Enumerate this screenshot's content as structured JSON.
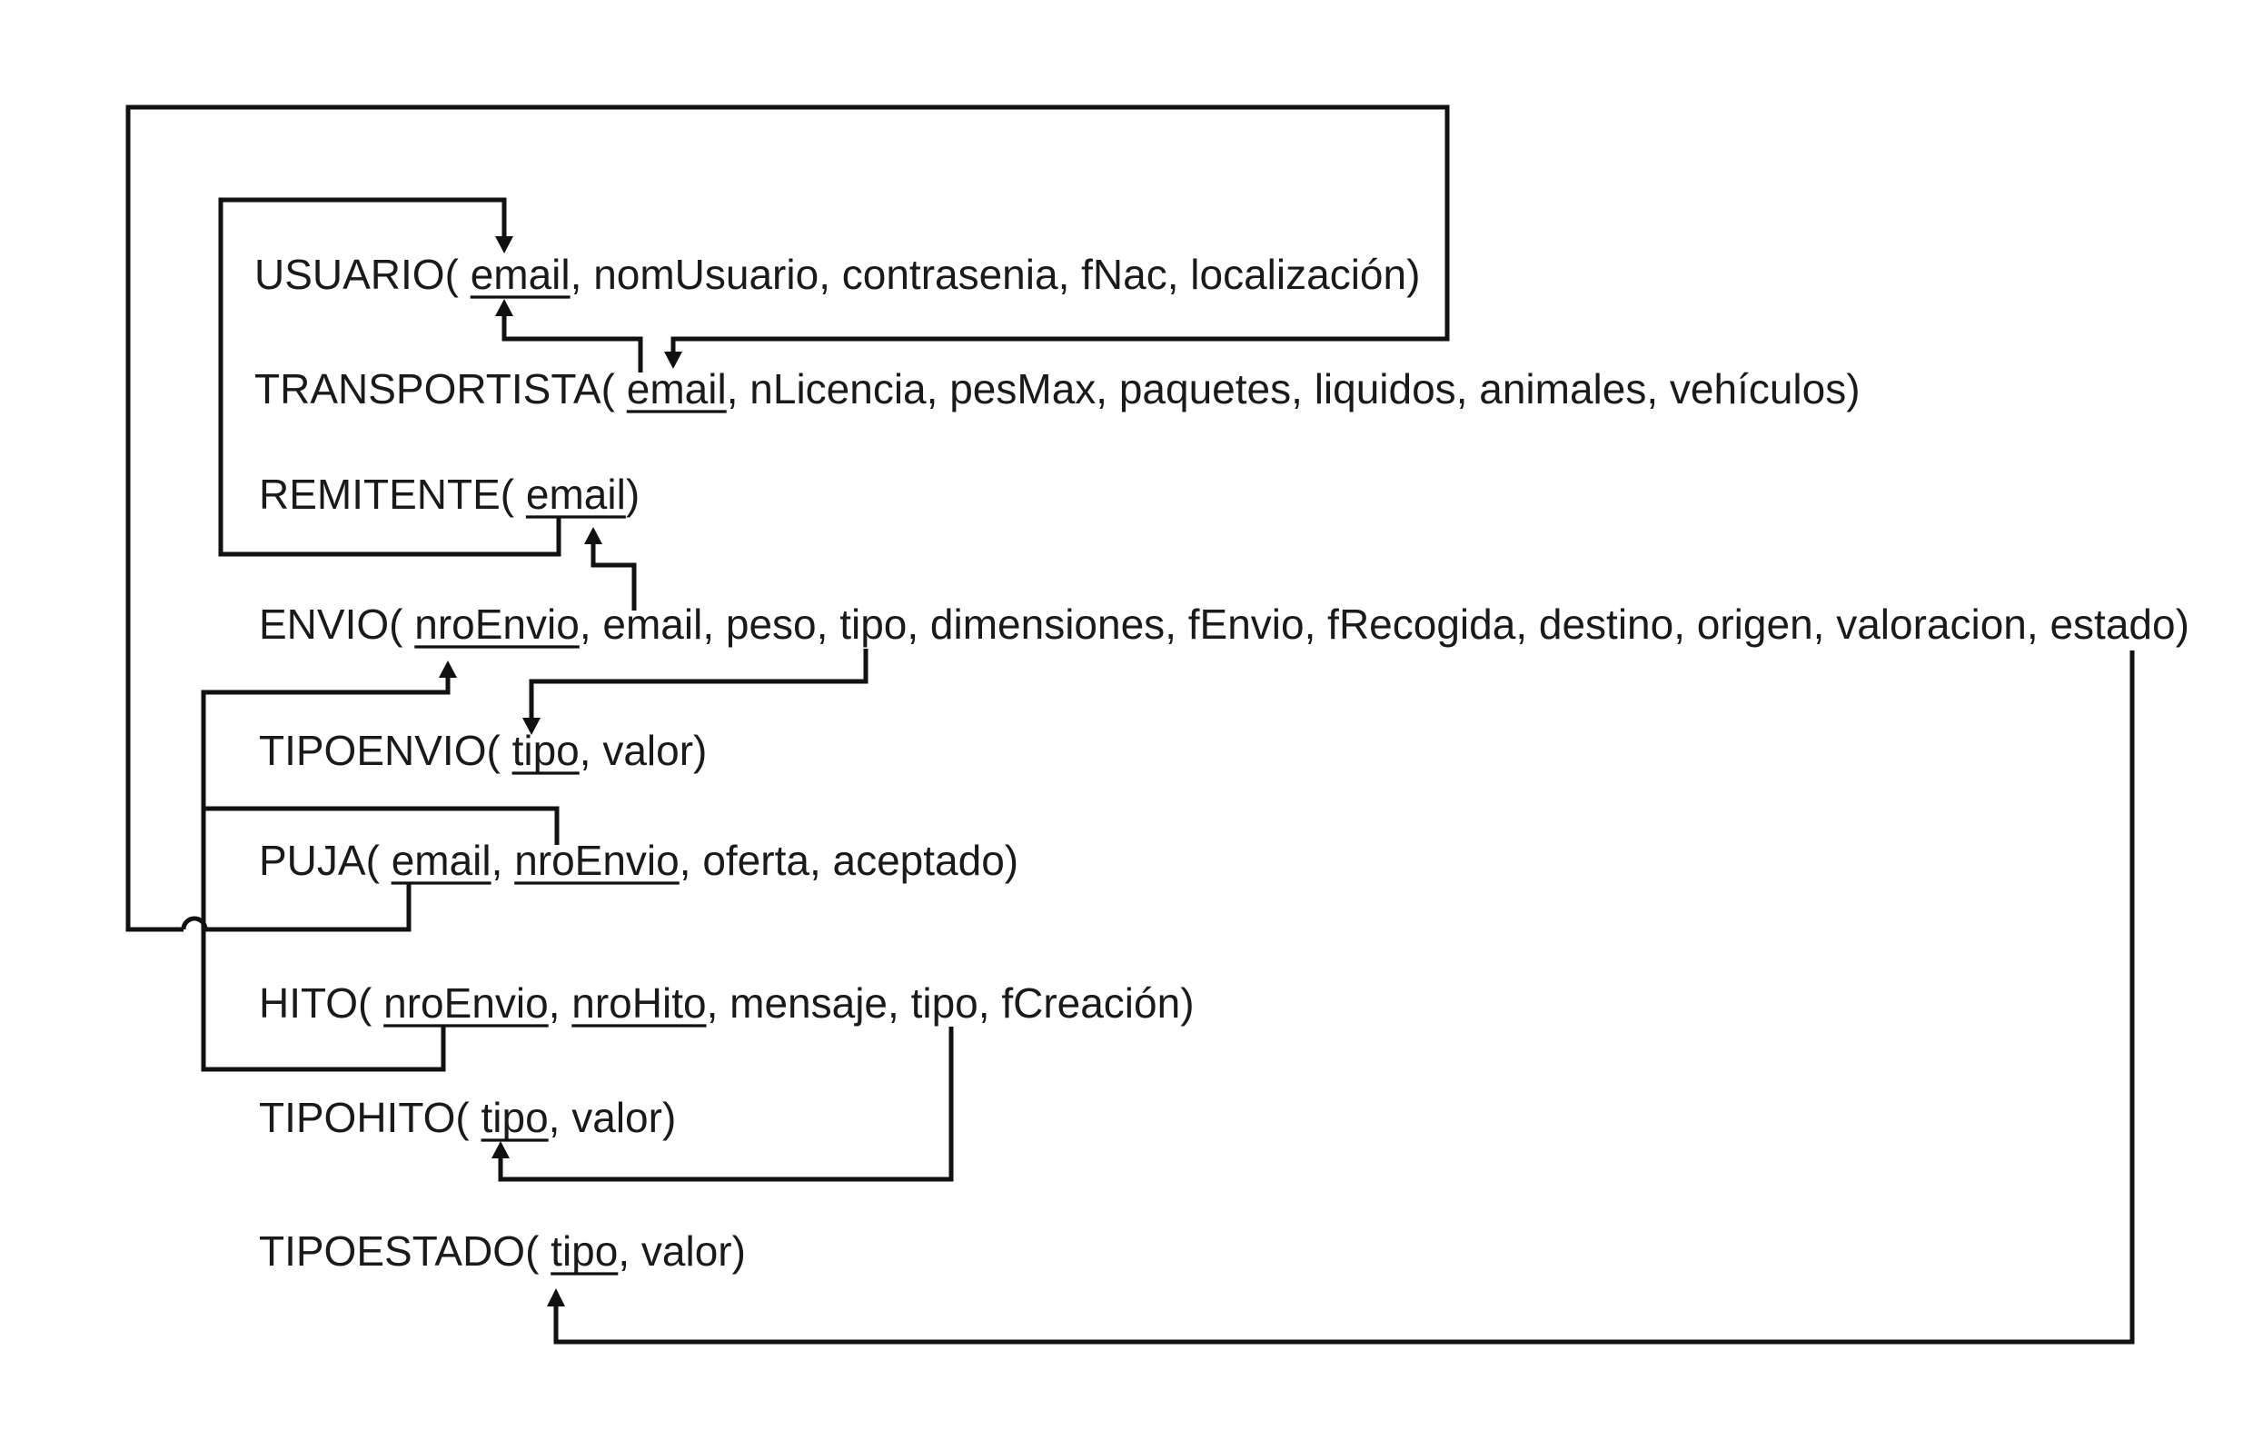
{
  "relations": [
    {
      "id": "usuario",
      "prefix": "USUARIO( ",
      "attrs": [
        {
          "name": "email",
          "pk": true
        },
        {
          "name": "nomUsuario"
        },
        {
          "name": "contrasenia"
        },
        {
          "name": "fNac"
        },
        {
          "name": "localización"
        }
      ]
    },
    {
      "id": "transportista",
      "prefix": "TRANSPORTISTA( ",
      "attrs": [
        {
          "name": "email",
          "pk": true
        },
        {
          "name": "nLicencia"
        },
        {
          "name": "pesMax"
        },
        {
          "name": "paquetes"
        },
        {
          "name": "liquidos"
        },
        {
          "name": "animales"
        },
        {
          "name": "vehículos"
        }
      ]
    },
    {
      "id": "remitente",
      "prefix": "REMITENTE( ",
      "attrs": [
        {
          "name": "email",
          "pk": true
        }
      ]
    },
    {
      "id": "envio",
      "prefix": "ENVIO( ",
      "attrs": [
        {
          "name": "nroEnvio",
          "pk": true
        },
        {
          "name": "email"
        },
        {
          "name": "peso"
        },
        {
          "name": "tipo"
        },
        {
          "name": "dimensiones"
        },
        {
          "name": "fEnvio"
        },
        {
          "name": "fRecogida"
        },
        {
          "name": "destino"
        },
        {
          "name": "origen"
        },
        {
          "name": "valoracion"
        },
        {
          "name": "estado"
        }
      ]
    },
    {
      "id": "tipoenvio",
      "prefix": "TIPOENVIO( ",
      "attrs": [
        {
          "name": "tipo",
          "pk": true
        },
        {
          "name": "valor"
        }
      ]
    },
    {
      "id": "puja",
      "prefix": "PUJA( ",
      "attrs": [
        {
          "name": "email",
          "pk": true
        },
        {
          "name": "nroEnvio",
          "pk": true
        },
        {
          "name": "oferta"
        },
        {
          "name": "aceptado"
        }
      ]
    },
    {
      "id": "hito",
      "prefix": "HITO( ",
      "attrs": [
        {
          "name": "nroEnvio",
          "pk": true
        },
        {
          "name": "nroHito",
          "pk": true
        },
        {
          "name": "mensaje"
        },
        {
          "name": "tipo"
        },
        {
          "name": "fCreación"
        }
      ]
    },
    {
      "id": "tipohito",
      "prefix": "TIPOHITO( ",
      "attrs": [
        {
          "name": "tipo",
          "pk": true
        },
        {
          "name": "valor"
        }
      ]
    },
    {
      "id": "tipoestado",
      "prefix": "TIPOESTADO( ",
      "attrs": [
        {
          "name": "tipo",
          "pk": true
        },
        {
          "name": "valor"
        }
      ]
    }
  ],
  "foreign_keys": [
    {
      "from": "transportista.email",
      "to": "usuario.email"
    },
    {
      "from": "remitente.email",
      "to": "usuario.email"
    },
    {
      "from": "envio.email",
      "to": "remitente.email"
    },
    {
      "from": "envio.tipo",
      "to": "tipoenvio.tipo"
    },
    {
      "from": "envio.estado",
      "to": "tipoestado.tipo"
    },
    {
      "from": "puja.email",
      "to": "transportista.email"
    },
    {
      "from": "puja.nroEnvio",
      "to": "envio.nroEnvio"
    },
    {
      "from": "hito.nroEnvio",
      "to": "envio.nroEnvio"
    },
    {
      "from": "hito.tipo",
      "to": "tipohito.tipo"
    }
  ],
  "style": {
    "line_color": "#111111",
    "text_color": "#1a1a1a",
    "background": "#ffffff"
  }
}
